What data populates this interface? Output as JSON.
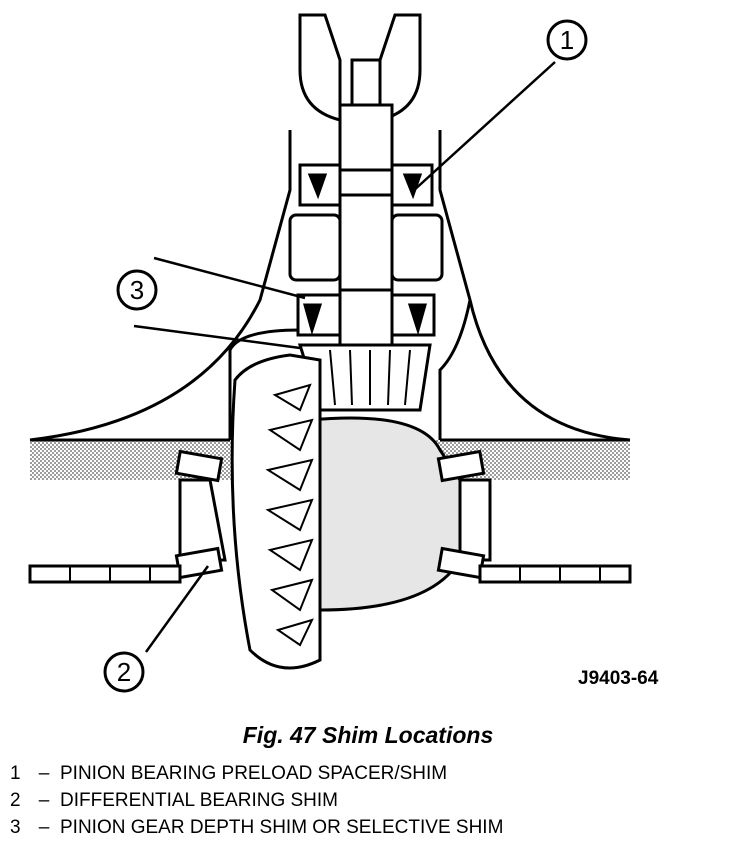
{
  "diagram": {
    "callouts": [
      {
        "num": "1"
      },
      {
        "num": "2"
      },
      {
        "num": "3"
      }
    ],
    "figure_id": "J9403-64",
    "colors": {
      "line": "#000000",
      "shade": "#d9d9d9",
      "background": "#ffffff"
    }
  },
  "caption": "Fig. 47 Shim Locations",
  "legend": [
    {
      "num": "1",
      "sep": "–",
      "text": "PINION BEARING PRELOAD SPACER/SHIM"
    },
    {
      "num": "2",
      "sep": "–",
      "text": "DIFFERENTIAL BEARING SHIM"
    },
    {
      "num": "3",
      "sep": "–",
      "text": "PINION GEAR DEPTH SHIM OR SELECTIVE SHIM"
    }
  ]
}
